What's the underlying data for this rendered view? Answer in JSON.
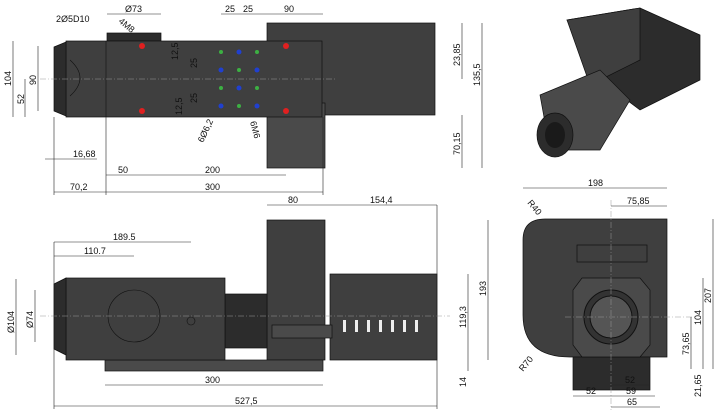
{
  "top_view": {
    "dims": {
      "d73": "Ø73",
      "holes_2x5": "2Ø5D10",
      "m8": "4M8",
      "d25a": "25",
      "d25b": "25",
      "d90": "90",
      "d12_5a": "12,5",
      "d25c": "25",
      "d25d": "25",
      "d12_5b": "12,5",
      "d104": "104",
      "d90v": "90",
      "d52": "52",
      "d6_2": "6Ø6,2",
      "m6": "6M6",
      "d16_68": "16,68",
      "d50": "50",
      "d200": "200",
      "d70_2": "70,2",
      "d300": "300",
      "d23_85": "23,85",
      "d135_5": "135,5",
      "d70_15": "70,15"
    },
    "hole_colors": {
      "red": "#e02020",
      "green": "#3cb043",
      "blue": "#2040d0"
    }
  },
  "side_view": {
    "dims": {
      "d80": "80",
      "d154_4": "154,4",
      "d189_5": "189.5",
      "d110_7": "110.7",
      "d104": "Ø104",
      "d74": "Ø74",
      "d193": "193",
      "d119_3": "119,3",
      "d14": "14",
      "d300": "300",
      "d527_5": "527,5"
    }
  },
  "front_view": {
    "dims": {
      "d198": "198",
      "d75_85": "75,85",
      "r40": "R40",
      "r70": "R70",
      "d207": "207",
      "d104": "104",
      "d73_65": "73,65",
      "d21_65": "21,65",
      "d52a": "52",
      "d52b": "52",
      "d59": "59",
      "d65": "65"
    }
  }
}
